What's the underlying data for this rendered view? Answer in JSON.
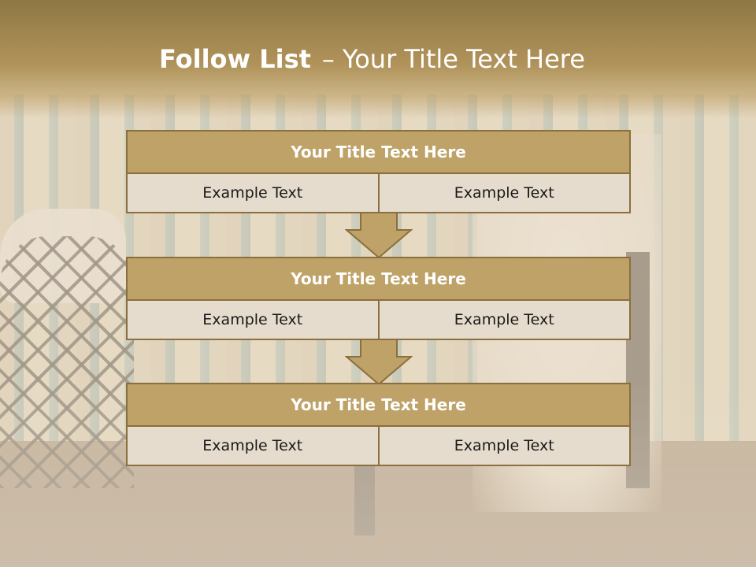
{
  "slide": {
    "title_bold": "Follow List",
    "title_separator": "–",
    "title_rest": "Your Title Text Here"
  },
  "blocks": [
    {
      "title": "Your Title Text Here",
      "cells": [
        "Example Text",
        "Example Text"
      ]
    },
    {
      "title": "Your Title Text Here",
      "cells": [
        "Example Text",
        "Example Text"
      ]
    },
    {
      "title": "Your Title Text Here",
      "cells": [
        "Example Text",
        "Example Text"
      ]
    }
  ],
  "colors": {
    "header_gold": "#8e7745",
    "block_gold": "#bea268",
    "block_border": "#8b6f3c",
    "cell_fill": "#e5dccd"
  },
  "icons": {
    "connector": "down-arrow-icon"
  }
}
